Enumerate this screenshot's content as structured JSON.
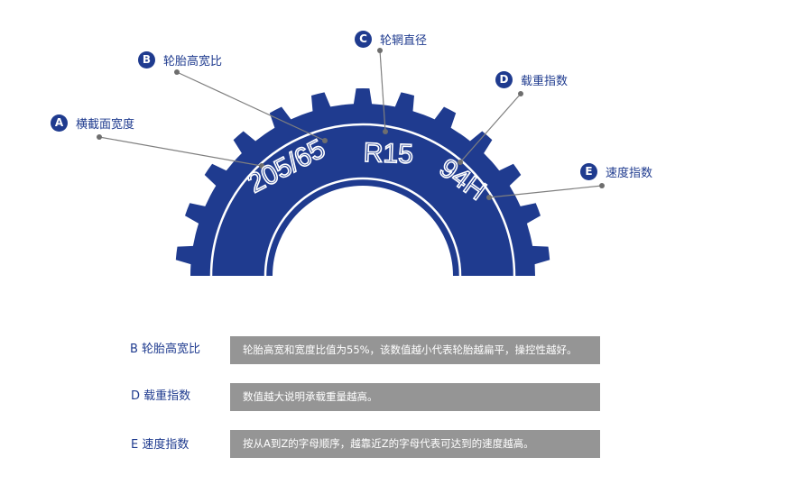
{
  "tire": {
    "size_text": "205/65",
    "rim_text": "R15",
    "load_speed_text": "94H",
    "colors": {
      "tire": "#1f3b8f",
      "ring": "#ffffff",
      "leader": "#808080"
    }
  },
  "callouts": [
    {
      "letter": "A",
      "label": "横截面宽度"
    },
    {
      "letter": "B",
      "label": "轮胎高宽比"
    },
    {
      "letter": "C",
      "label": "轮辋直径"
    },
    {
      "letter": "D",
      "label": "载重指数"
    },
    {
      "letter": "E",
      "label": "速度指数"
    }
  ],
  "explanations": [
    {
      "label": "B 轮胎高宽比",
      "text": "轮胎高宽和宽度比值为55%，该数值越小代表轮胎越扁平，操控性越好。"
    },
    {
      "label": "D 载重指数",
      "text": "数值越大说明承载重量越高。"
    },
    {
      "label": "E 速度指数",
      "text": "按从A到Z的字母顺序，越靠近Z的字母代表可达到的速度越高。"
    }
  ]
}
